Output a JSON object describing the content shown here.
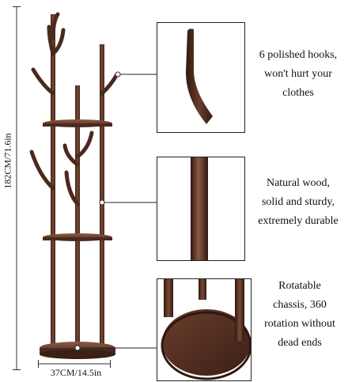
{
  "dimensions": {
    "height_label": "182CM/71.6in",
    "width_label": "37CM/14.5in"
  },
  "features": [
    {
      "id": "hooks",
      "lines": [
        "6  polished hooks,",
        "won't hurt your",
        "clothes"
      ]
    },
    {
      "id": "wood",
      "lines": [
        "Natural wood,",
        "solid and sturdy,",
        "extremely durable"
      ]
    },
    {
      "id": "base",
      "lines": [
        "Rotatable",
        "chassis, 360",
        "rotation without",
        "dead ends"
      ]
    }
  ],
  "colors": {
    "wood_dark": "#4a2a1e",
    "wood_mid": "#6b3d2b",
    "wood_light": "#8a5a44",
    "line": "#222222"
  }
}
